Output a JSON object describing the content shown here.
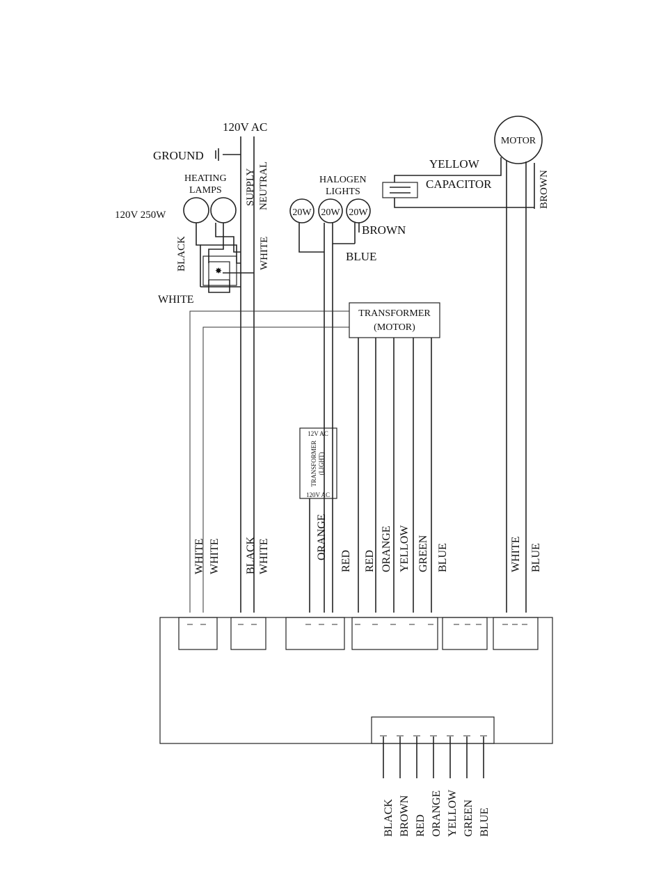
{
  "supply": {
    "voltage": "120V AC",
    "ground": "GROUND",
    "supply": "SUPPLY",
    "neutral": "NEUTRAL",
    "white": "WHITE"
  },
  "heating": {
    "title1": "HEATING",
    "title2": "LAMPS",
    "rating": "120V 250W",
    "black": "BLACK",
    "white": "WHITE"
  },
  "halogen": {
    "title1": "HALOGEN",
    "title2": "LIGHTS",
    "lamps": [
      "20W",
      "20W",
      "20W"
    ],
    "brown": "BROWN",
    "blue": "BLUE"
  },
  "motor": {
    "label": "MOTOR",
    "yellow": "YELLOW",
    "capacitor": "CAPACITOR",
    "brown": "BROWN"
  },
  "transformer_motor": {
    "line1": "TRANSFORMER",
    "line2": "(MOTOR)"
  },
  "transformer_light": {
    "top": "12V AC",
    "line1": "TRANSFORMER",
    "line2": "(LIGHT)",
    "bottom": "120V AC"
  },
  "wire_labels": [
    "WHITE",
    "WHITE",
    "BLACK",
    "WHITE",
    "ORANGE",
    "RED",
    "RED",
    "ORANGE",
    "YELLOW",
    "GREEN",
    "BLUE",
    "WHITE",
    "BLUE"
  ],
  "bottom_labels": [
    "BLACK",
    "BROWN",
    "RED",
    "ORANGE",
    "YELLOW",
    "GREEN",
    "BLUE"
  ]
}
